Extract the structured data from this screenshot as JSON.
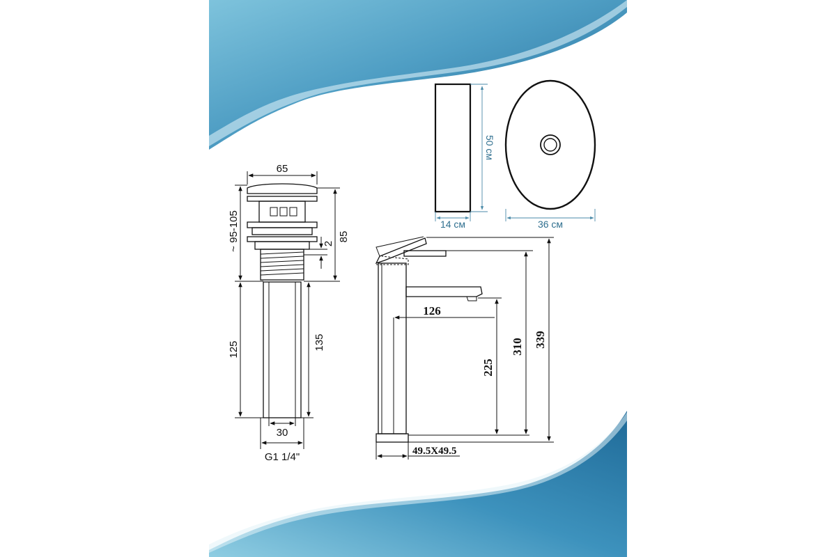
{
  "background": {
    "wave_color": "#2f86b4",
    "wave_dark": "#1f6a98",
    "wave_light": "#9ed3e6"
  },
  "basin": {
    "height_label": "50 см",
    "depth_label": "14 см",
    "width_label": "36 см"
  },
  "drain": {
    "cap_width": "65",
    "adjust_range": "~ 95-105",
    "upper_height": "85",
    "gap": "2",
    "lower_length": "125",
    "total_lower": "135",
    "pipe_width": "30",
    "thread": "G1 1/4\""
  },
  "faucet": {
    "spout_reach": "126",
    "spout_height": "225",
    "body_height": "310",
    "total_height": "339",
    "base_size": "49.5X49.5"
  }
}
